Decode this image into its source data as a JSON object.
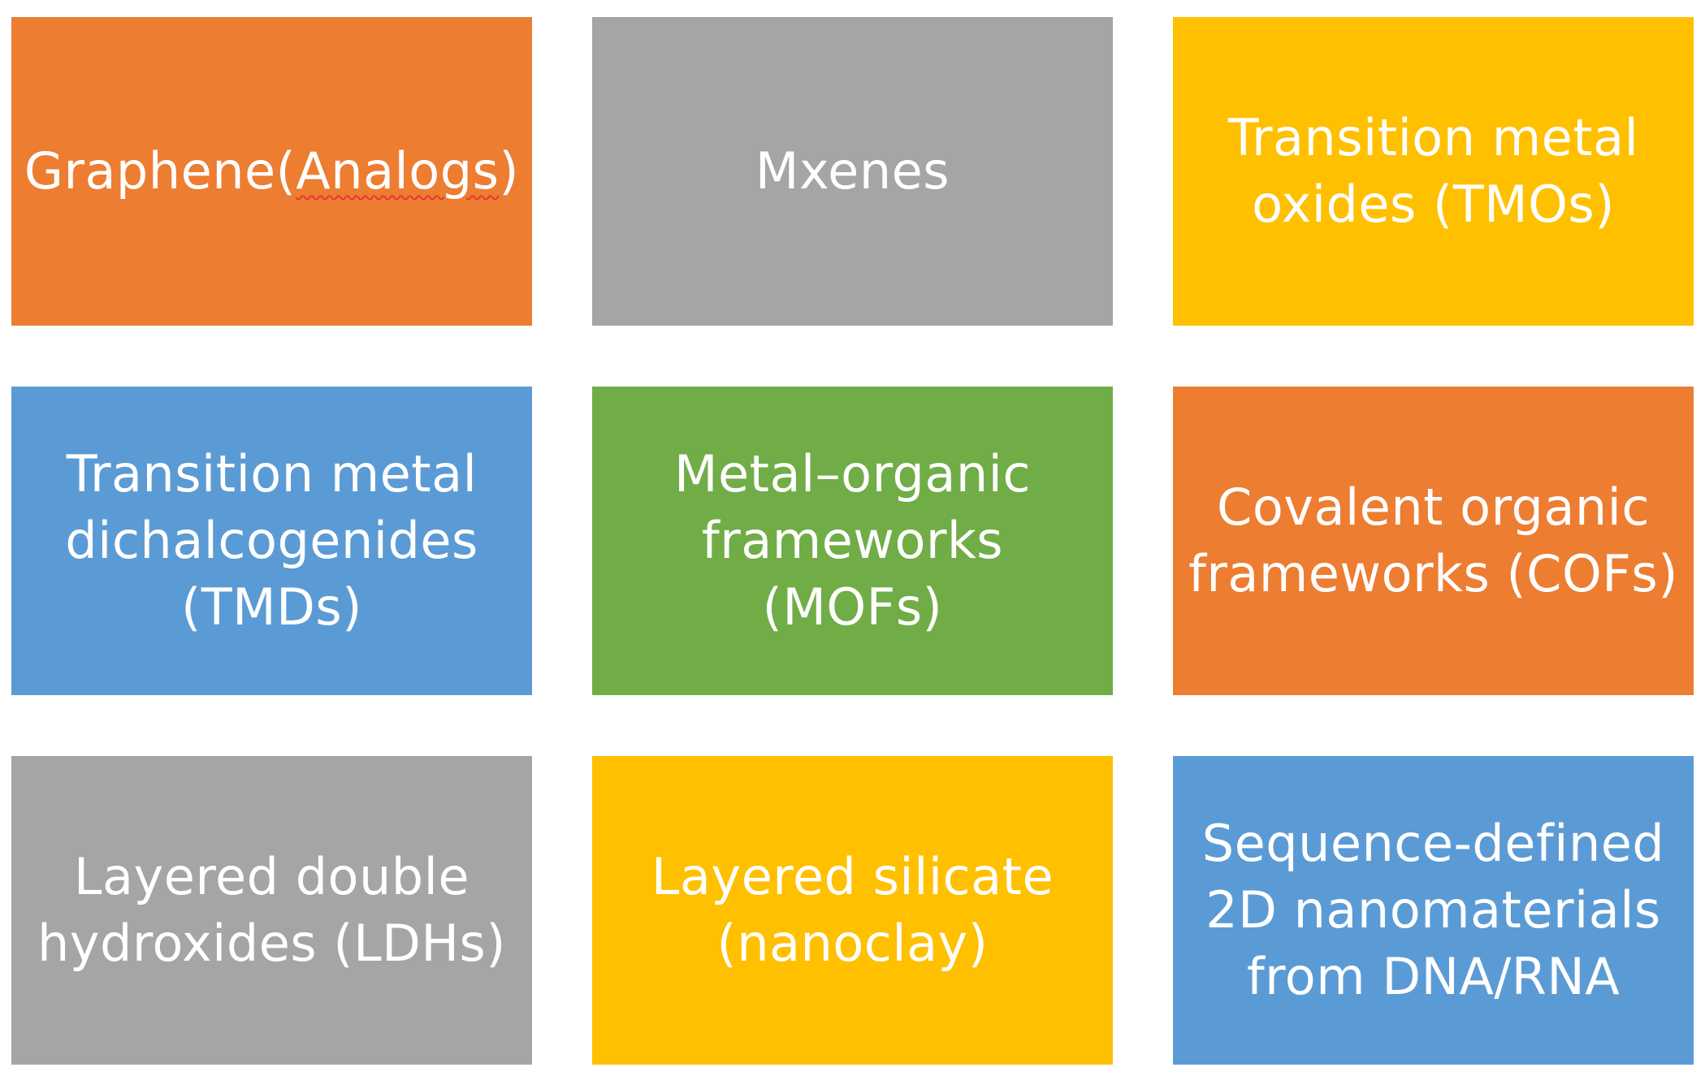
{
  "colors": {
    "orange": "#ED7D31",
    "gray": "#A5A5A5",
    "gold": "#FFC000",
    "blue": "#5B9BD5",
    "green": "#70AD47",
    "text": "#FFFFFF",
    "spellcheck_underline": "#E23B2E"
  },
  "tiles": [
    {
      "label_prefix": "Graphene(",
      "label_flagged": "Analogs",
      "label_suffix": ")",
      "color": "#ED7D31"
    },
    {
      "label": "Mxenes",
      "color": "#A5A5A5"
    },
    {
      "label": "Transition metal\noxides (TMOs)",
      "color": "#FFC000"
    },
    {
      "label": "Transition metal\ndichalcogenides\n(TMDs)",
      "color": "#5B9BD5"
    },
    {
      "label": "Metal–organic\nframeworks\n(MOFs)",
      "color": "#70AD47"
    },
    {
      "label": "Covalent organic\nframeworks (COFs)",
      "color": "#ED7D31"
    },
    {
      "label": "Layered double\nhydroxides (LDHs)",
      "color": "#A5A5A5"
    },
    {
      "label": "Layered silicate\n(nanoclay)",
      "color": "#FFC000"
    },
    {
      "label": "Sequence-defined\n2D nanomaterials\nfrom DNA/RNA",
      "color": "#5B9BD5"
    }
  ]
}
